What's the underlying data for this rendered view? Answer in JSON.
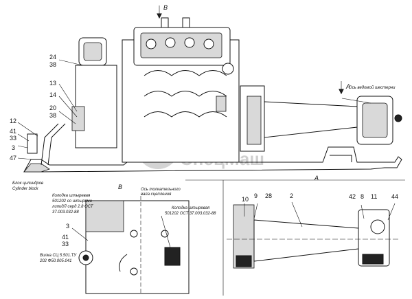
{
  "view_markers": {
    "top": "B",
    "side": "A",
    "bottom_label": "A",
    "view_b_title": "B"
  },
  "callouts_left": [
    "24",
    "38",
    "13",
    "14",
    "20",
    "38",
    "12",
    "41",
    "33",
    "3",
    "47"
  ],
  "callouts_view_b": [
    "3",
    "41",
    "33"
  ],
  "callouts_right": [
    "10",
    "9",
    "28",
    "2",
    "42",
    "8",
    "11",
    "44"
  ],
  "notes": {
    "gear_axis": "Ось ведомой шестерни",
    "cylinder_block_ru": "Блок цилиндров",
    "cylinder_block_en": "Cylinder block",
    "plug1_line1": "Колодка штыревая",
    "plug1_line2": "501202 со штырями",
    "plug1_line3": "липидЛ серд 2.8 ОСТ",
    "plug1_line4": "37.003.032-88",
    "shaft_axis_line1": "Ось толкательного",
    "shaft_axis_line2": "вала сцепления",
    "plug2_line1": "Колодка штыревая",
    "plug2_line2": "501202 ОСТ 37.003.032-88",
    "fork_line1": "Вилка СЦ 5.501.ТУ",
    "fork_line2": "202 Ф50.005.041"
  },
  "watermark": "СпецМаш",
  "colors": {
    "ink": "#111111",
    "shade": "#d9d9d9",
    "watermark": "#cfcfcf"
  }
}
